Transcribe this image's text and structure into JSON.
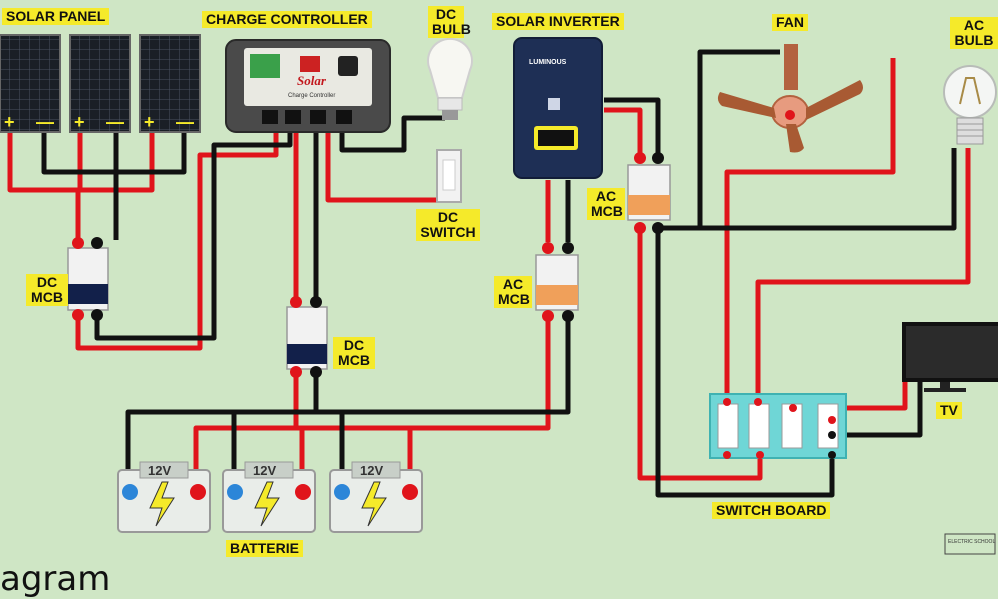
{
  "labels": {
    "solar_panel": "SOLAR PANEL",
    "charge_controller": "CHARGE CONTROLLER",
    "dc_bulb": "DC BULB",
    "solar_inverter": "SOLAR INVERTER",
    "fan": "FAN",
    "ac_bulb": "AC BULB",
    "dc_mcb_left": "DC MCB",
    "dc_mcb_center": "DC MCB",
    "dc_switch": "DC SWITCH",
    "ac_mcb_top": "AC MCB",
    "ac_mcb_bottom": "AC MCB",
    "tv": "TV",
    "switch_board": "SWITCH BOARD",
    "batteries": "BATTERIE"
  },
  "device_text": {
    "controller_brand": "Solar",
    "controller_subtitle": "Charge Controller",
    "inverter_brand": "LUMINOUS",
    "battery_voltage": "12V",
    "watermark": "ELECTRIC SCHOOL"
  },
  "caption_fragment": "agram",
  "colors": {
    "background": "#cfe6c5",
    "positive_wire": "#e0141b",
    "negative_wire": "#111111",
    "label_bg": "#f5ea2a",
    "switchboard": "#6fd6d6",
    "inverter": "#1e2f55",
    "controller": "#4a4a4a"
  }
}
